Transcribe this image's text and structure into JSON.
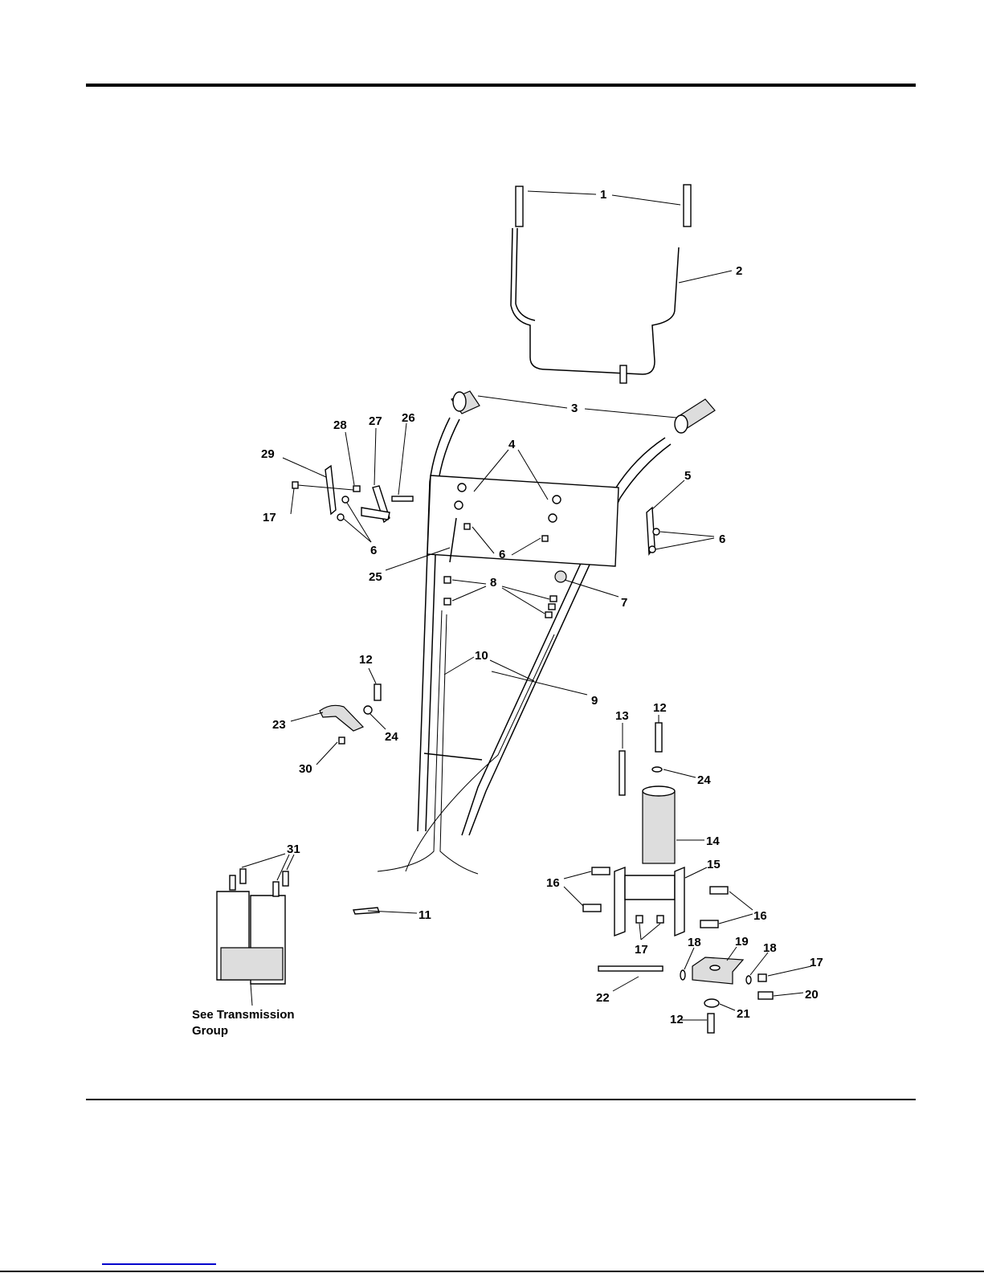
{
  "title": "Handle Assembly Exploded Parts Diagram",
  "callouts": [
    "1",
    "2",
    "3",
    "4",
    "5",
    "6",
    "6",
    "6",
    "7",
    "8",
    "9",
    "10",
    "11",
    "12",
    "12",
    "12",
    "13",
    "14",
    "15",
    "16",
    "16",
    "17",
    "17",
    "17",
    "18",
    "18",
    "19",
    "20",
    "21",
    "22",
    "23",
    "24",
    "24",
    "25",
    "26",
    "27",
    "28",
    "29",
    "30",
    "31"
  ],
  "note": {
    "line1": "See Transmission",
    "line2": "Group"
  }
}
